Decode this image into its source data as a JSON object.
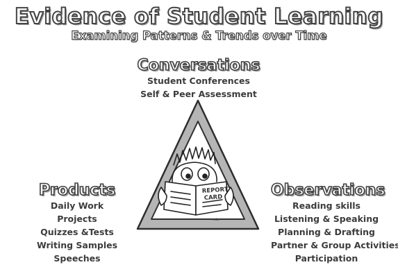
{
  "title": "Evidence of Student Learning",
  "subtitle": "Examining Patterns & Trends over Time",
  "conversations": {
    "heading": "Conversations",
    "items": [
      "Student Conferences",
      "Self & Peer Assessment"
    ]
  },
  "products": {
    "heading": "Products",
    "items": [
      "Daily Work",
      "Projects",
      "Quizzes &Tests",
      "Writing Samples",
      "Speeches"
    ]
  },
  "observations": {
    "heading": "Observations",
    "items": [
      "Reading skills",
      "Listening & Speaking",
      "Planning & Drafting",
      "Partner & Group Activities",
      "Participation"
    ]
  },
  "illustration": {
    "card_line1": "REPORT",
    "card_line2": "CARD",
    "signature": "nda"
  },
  "colors": {
    "triangle_fill": "#b8b8b8",
    "triangle_inner": "#ffffff",
    "text": "#3a3a3a"
  }
}
